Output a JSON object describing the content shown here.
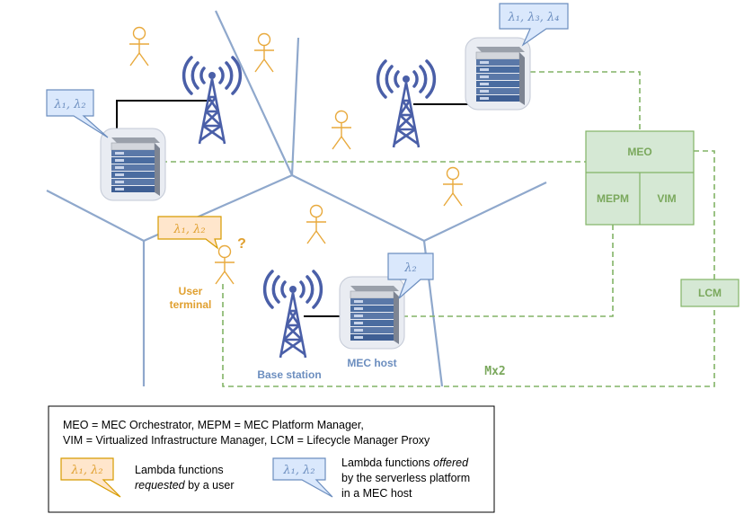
{
  "colors": {
    "cell_line": "#8fa8cc",
    "tower": "#4a5fa8",
    "user": "#e8a93c",
    "blue_box_fill": "#dae8fc",
    "blue_box_stroke": "#6c8ebf",
    "orange_box_fill": "#ffe6cc",
    "orange_box_stroke": "#d79b00",
    "green_fill": "#d5e8d4",
    "green_stroke": "#82b366",
    "green_text": "#7aa85c",
    "label_blue": "#6c8ebf",
    "label_orange": "#e0a030"
  },
  "callouts": {
    "host_left": "λ₁, λ₂",
    "host_top": "λ₁, λ₃, λ₄",
    "host_bottom": "λ₂",
    "user_request": "λ₁, λ₂"
  },
  "labels": {
    "user_terminal_line1": "User",
    "user_terminal_line2": "terminal",
    "user_question": "?",
    "base_station": "Base station",
    "mec_host": "MEC host",
    "mx2": "Mx2"
  },
  "mec_system": {
    "meo": "MEO",
    "mepm": "MEPM",
    "vim": "VIM",
    "lcm": "LCM"
  },
  "legend": {
    "line1": "MEO = MEC Orchestrator, MEPM = MEC Platform Manager,",
    "line2": "VIM = Virtualized Infrastructure Manager, LCM = Lifecycle Manager Proxy",
    "requested_box": "λ₁, λ₂",
    "requested_text_1": "Lambda functions",
    "requested_text_2_italic": "requested",
    "requested_text_2_rest": " by a user",
    "offered_box": "λ₁, λ₂",
    "offered_text_1_plain": "Lambda functions ",
    "offered_text_1_italic": "offered",
    "offered_text_2": "by the serverless platform",
    "offered_text_3": "in a MEC host"
  },
  "icons": [
    "user-icon",
    "antenna-tower-icon",
    "server-rack-icon",
    "callout-bubble"
  ]
}
